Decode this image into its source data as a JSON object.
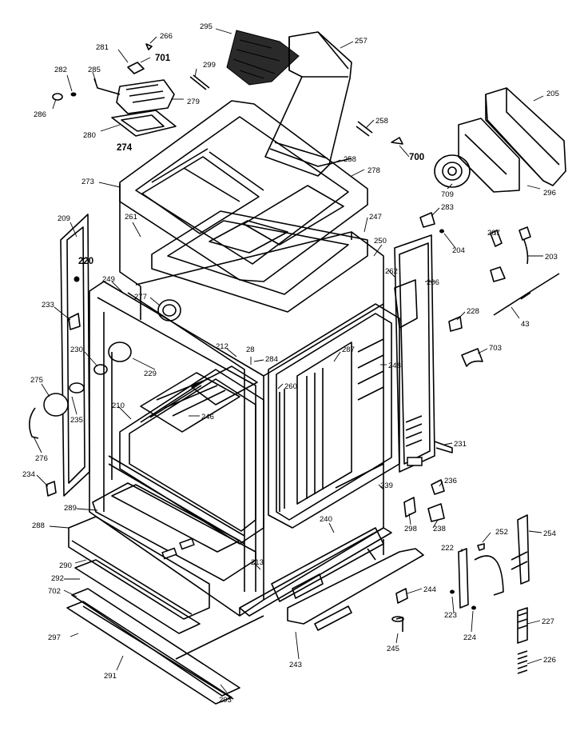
{
  "callouts": [
    {
      "id": "c295",
      "text": "295"
    },
    {
      "id": "c257",
      "text": "257"
    },
    {
      "id": "c266",
      "text": "266"
    },
    {
      "id": "c281",
      "text": "281"
    },
    {
      "id": "c701",
      "text": "701"
    },
    {
      "id": "c299",
      "text": "299"
    },
    {
      "id": "c282",
      "text": "282"
    },
    {
      "id": "c285",
      "text": "285"
    },
    {
      "id": "c286",
      "text": "286"
    },
    {
      "id": "c279",
      "text": "279"
    },
    {
      "id": "c280",
      "text": "280"
    },
    {
      "id": "c274",
      "text": "274"
    },
    {
      "id": "c258a",
      "text": "258"
    },
    {
      "id": "c700",
      "text": "700"
    },
    {
      "id": "c205",
      "text": "205"
    },
    {
      "id": "c258b",
      "text": "258"
    },
    {
      "id": "c278",
      "text": "278"
    },
    {
      "id": "c709",
      "text": "709"
    },
    {
      "id": "c296",
      "text": "296"
    },
    {
      "id": "c273",
      "text": "273"
    },
    {
      "id": "c209",
      "text": "209"
    },
    {
      "id": "c261",
      "text": "261"
    },
    {
      "id": "c247",
      "text": "247"
    },
    {
      "id": "c283",
      "text": "283"
    },
    {
      "id": "c207",
      "text": "207"
    },
    {
      "id": "c204",
      "text": "204"
    },
    {
      "id": "c203",
      "text": "203"
    },
    {
      "id": "c250",
      "text": "250"
    },
    {
      "id": "c220",
      "text": "220"
    },
    {
      "id": "c262",
      "text": "262"
    },
    {
      "id": "c206",
      "text": "206"
    },
    {
      "id": "c249",
      "text": "249"
    },
    {
      "id": "c277",
      "text": "277"
    },
    {
      "id": "c233",
      "text": "233"
    },
    {
      "id": "c228",
      "text": "228"
    },
    {
      "id": "c43",
      "text": "43"
    },
    {
      "id": "c703",
      "text": "703"
    },
    {
      "id": "c212",
      "text": "212"
    },
    {
      "id": "c28",
      "text": "28"
    },
    {
      "id": "c284",
      "text": "284"
    },
    {
      "id": "c287",
      "text": "287"
    },
    {
      "id": "c230",
      "text": "230"
    },
    {
      "id": "c229",
      "text": "229"
    },
    {
      "id": "c248",
      "text": "248"
    },
    {
      "id": "c275",
      "text": "275"
    },
    {
      "id": "c260",
      "text": "260"
    },
    {
      "id": "c210",
      "text": "210"
    },
    {
      "id": "c246",
      "text": "246"
    },
    {
      "id": "c235",
      "text": "235"
    },
    {
      "id": "c276",
      "text": "276"
    },
    {
      "id": "c231",
      "text": "231"
    },
    {
      "id": "c234",
      "text": "234"
    },
    {
      "id": "c236",
      "text": "236"
    },
    {
      "id": "c239",
      "text": "239"
    },
    {
      "id": "c289",
      "text": "289"
    },
    {
      "id": "c298",
      "text": "298"
    },
    {
      "id": "c238",
      "text": "238"
    },
    {
      "id": "c288",
      "text": "288"
    },
    {
      "id": "c240",
      "text": "240"
    },
    {
      "id": "c252",
      "text": "252"
    },
    {
      "id": "c254",
      "text": "254"
    },
    {
      "id": "c290",
      "text": "290"
    },
    {
      "id": "c222",
      "text": "222"
    },
    {
      "id": "c213",
      "text": "213"
    },
    {
      "id": "c292",
      "text": "292"
    },
    {
      "id": "c702",
      "text": "702"
    },
    {
      "id": "c244",
      "text": "244"
    },
    {
      "id": "c223",
      "text": "223"
    },
    {
      "id": "c227",
      "text": "227"
    },
    {
      "id": "c297",
      "text": "297"
    },
    {
      "id": "c245",
      "text": "245"
    },
    {
      "id": "c224",
      "text": "224"
    },
    {
      "id": "c291",
      "text": "291"
    },
    {
      "id": "c243",
      "text": "243"
    },
    {
      "id": "c226",
      "text": "226"
    },
    {
      "id": "c293",
      "text": "293"
    }
  ]
}
